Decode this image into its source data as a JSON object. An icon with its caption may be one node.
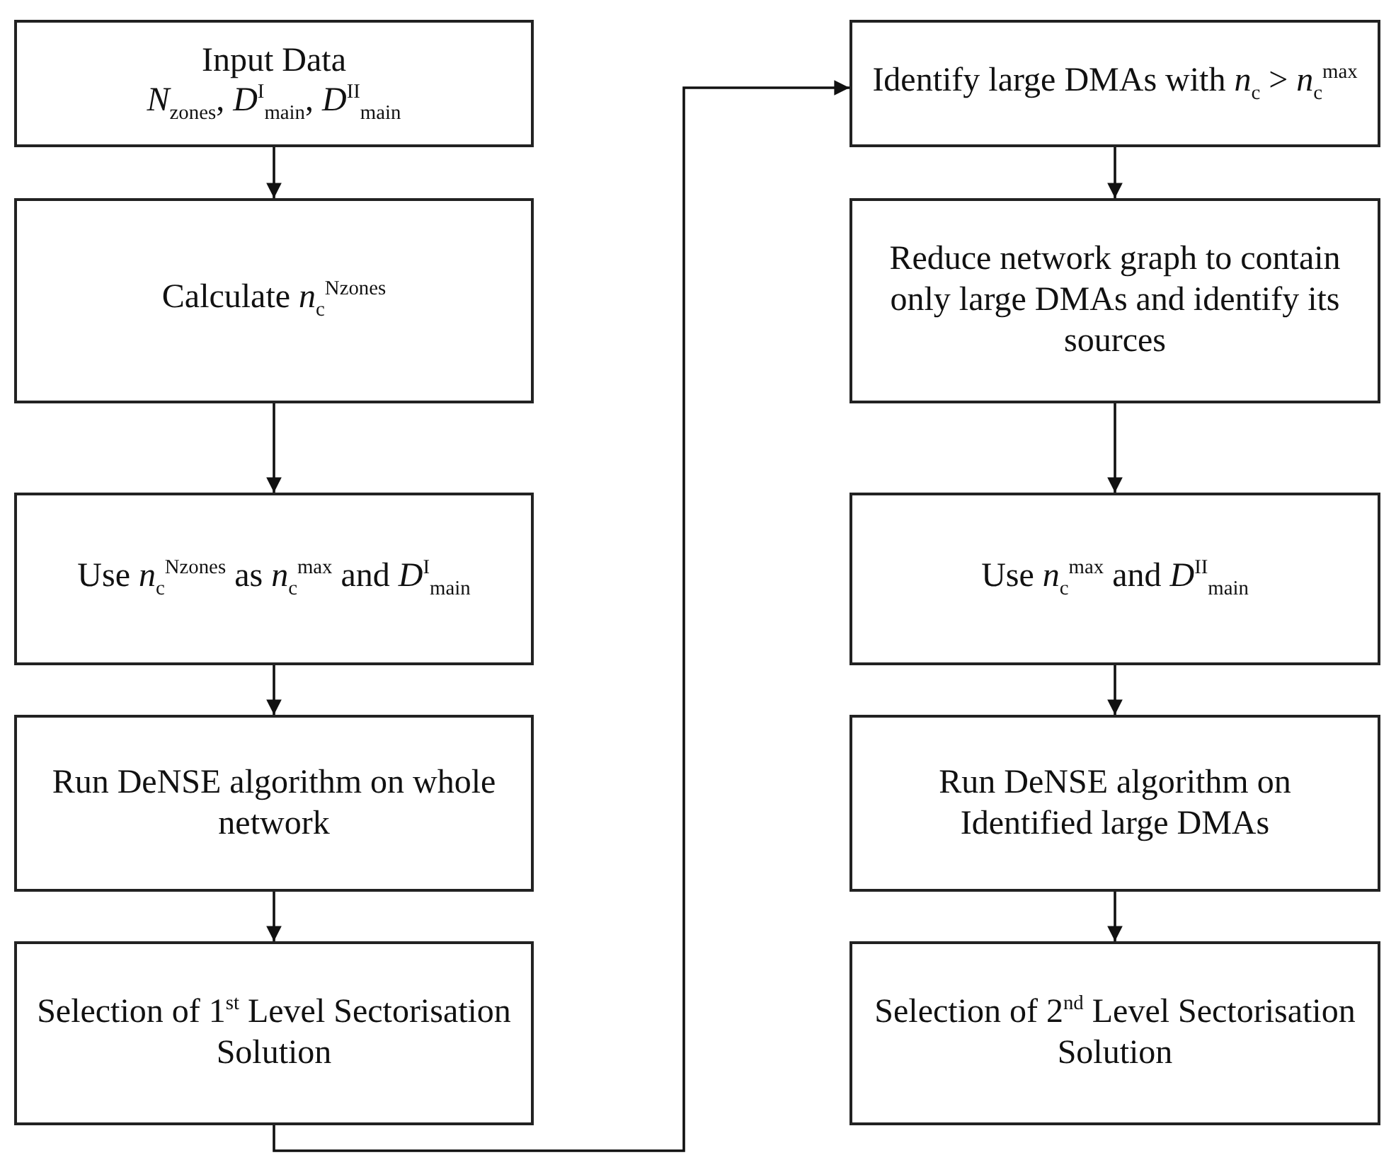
{
  "diagram": {
    "nodes": [
      {
        "text": [
          "Input Data",
          "*N*$_{zones}$, *D*$^{I}$$_{main}$, *D*$^{II}$$_{main}$"
        ]
      },
      {
        "text": [
          "Calculate *n*$_{c}$$^{Nzones}$"
        ]
      },
      {
        "text": [
          "Use *n*$_{c}$$^{Nzones}$ as *n*$_{c}$$^{max}$ and *D*$^{I}$$_{main}$"
        ]
      },
      {
        "text": [
          "Run DeNSE algorithm on whole network"
        ]
      },
      {
        "text": [
          "Selection of 1$^{st}$ Level Sectorisation Solution"
        ]
      },
      {
        "text": [
          "Identify large DMAs with *n*$_{c}$ > *n*$_{c}$$^{max}$"
        ]
      },
      {
        "text": [
          "Reduce network graph to contain only large DMAs and identify its sources"
        ]
      },
      {
        "text": [
          "Use *n*$_{c}$$^{max}$ and *D*$^{II}$$_{main}$"
        ]
      },
      {
        "text": [
          "Run DeNSE algorithm on Identified large DMAs"
        ]
      },
      {
        "text": [
          "Selection of 2$^{nd}$ Level Sectorisation Solution"
        ]
      }
    ],
    "edges": [
      {
        "from": 0,
        "to": 1,
        "arrow": "to"
      },
      {
        "from": 1,
        "to": 2,
        "arrow": "to"
      },
      {
        "from": 2,
        "to": 3,
        "arrow": "to"
      },
      {
        "from": 3,
        "to": 4,
        "arrow": "to"
      },
      {
        "from": 4,
        "to": 5,
        "arrow": "to"
      },
      {
        "from": 5,
        "to": 6,
        "arrow": "to"
      },
      {
        "from": 6,
        "to": 7,
        "arrow": "to"
      },
      {
        "from": 7,
        "to": 8,
        "arrow": "to"
      },
      {
        "from": 8,
        "to": 9,
        "arrow": "to"
      }
    ]
  }
}
